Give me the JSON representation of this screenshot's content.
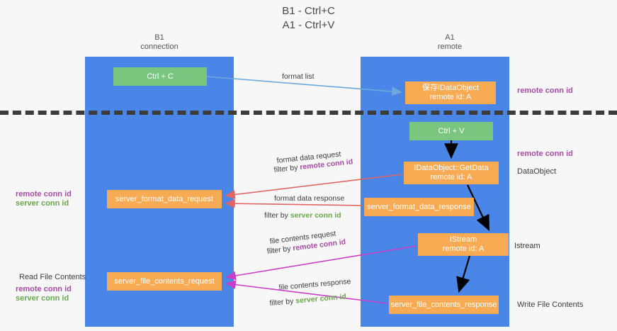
{
  "title": {
    "line1": "B1 - Ctrl+C",
    "line2": "A1 - Ctrl+V"
  },
  "columns": [
    {
      "name": "B1",
      "role": "connection"
    },
    {
      "name": "A1",
      "role": "remote"
    }
  ],
  "colors": {
    "lane": "#4a86e8",
    "green_node": "#7bc67e",
    "orange_node": "#f9ab54",
    "divider": "#3c3c3c",
    "remote_conn_id": "#a64ca6",
    "server_conn_id": "#6aa84f",
    "arrow_format_list": "#6fa8dc",
    "arrow_format_data": "#e06666",
    "arrow_file_contents": "#c council",
    "arrow_black": "#000000"
  },
  "nodes": {
    "ctrl_c": "Ctrl + C",
    "idataobject": {
      "line1": "保存IDataObject",
      "line2": "remote id: A"
    },
    "ctrl_v": "Ctrl + V",
    "getdata": {
      "line1": "IDataObject::GetData",
      "line2": "remote id: A"
    },
    "server_format_data_request": "server_format_data_request",
    "server_format_data_response": "server_format_data_response",
    "istream": {
      "line1": "IStream",
      "line2": "remote id: A"
    },
    "server_file_contents_request": "server_file_contents_request",
    "server_file_contents_response": "server_file_contents_response"
  },
  "edge_labels": {
    "format_list": "format list",
    "format_data_request": "format data request",
    "format_data_request_filter_prefix": "filter by ",
    "format_data_request_filter_key": "remote conn id",
    "format_data_response": "format data response",
    "format_data_response_filter_prefix": "filter by ",
    "format_data_response_filter_key": "server conn id",
    "file_contents_request": "file contents request",
    "file_contents_request_filter_prefix": "filter by ",
    "file_contents_request_filter_key": "remote conn id",
    "file_contents_response": "file contents response",
    "file_contents_response_filter_prefix": "filter by ",
    "file_contents_response_filter_key": "server conn id"
  },
  "side_labels": {
    "remote_conn_id_top": "remote conn id",
    "remote_conn_id_mid": "remote conn id",
    "dataobject": "DataObject",
    "istream": "Istream",
    "write_file_contents": "Write File Contents",
    "left_remote_conn_id_mid": "remote conn id",
    "left_server_conn_id_mid": "server conn id",
    "read_file_contents": "Read File Contents",
    "left_remote_conn_id_bottom": "remote conn id",
    "left_server_conn_id_bottom": "server conn id"
  }
}
